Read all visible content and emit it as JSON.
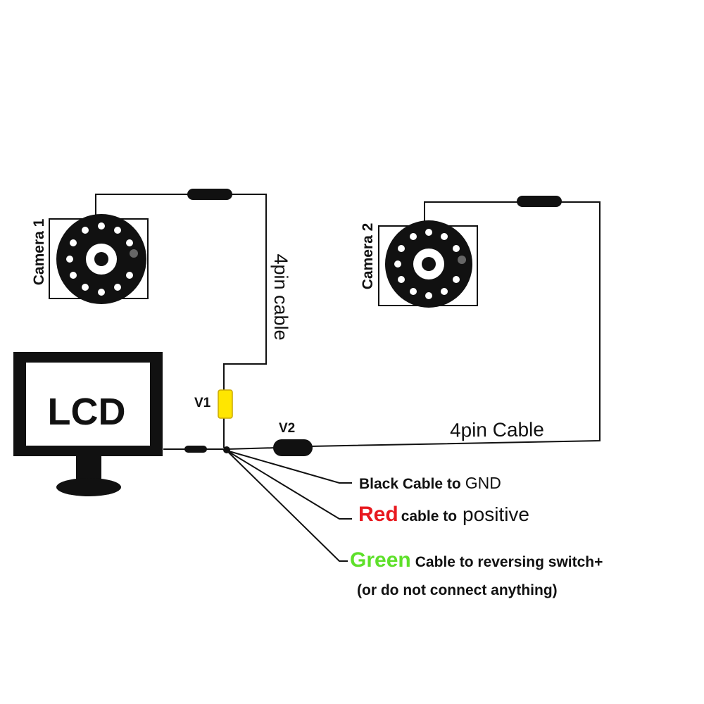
{
  "diagram": {
    "lcd_label": "LCD",
    "camera1_label": "Camera 1",
    "camera2_label": "Camera 2",
    "cable1_label": "4pin cable",
    "cable2_label": "4pin Cable",
    "v1_label": "V1",
    "v2_label": "V2",
    "black_text": "Black Cable to",
    "gnd_text": "GND",
    "red_word": "Red",
    "red_text": "cable to",
    "positive_text": "positive",
    "green_word": "Green",
    "green_text": "Cable to reversing switch+",
    "green_note": "(or do not connect anything)"
  },
  "colors": {
    "red": "#e8191f",
    "green": "#5ee02a",
    "connector_v1": "#ffe600",
    "ink": "#111111"
  },
  "icons": {
    "camera": "camera-icon",
    "monitor": "lcd-monitor-icon"
  }
}
